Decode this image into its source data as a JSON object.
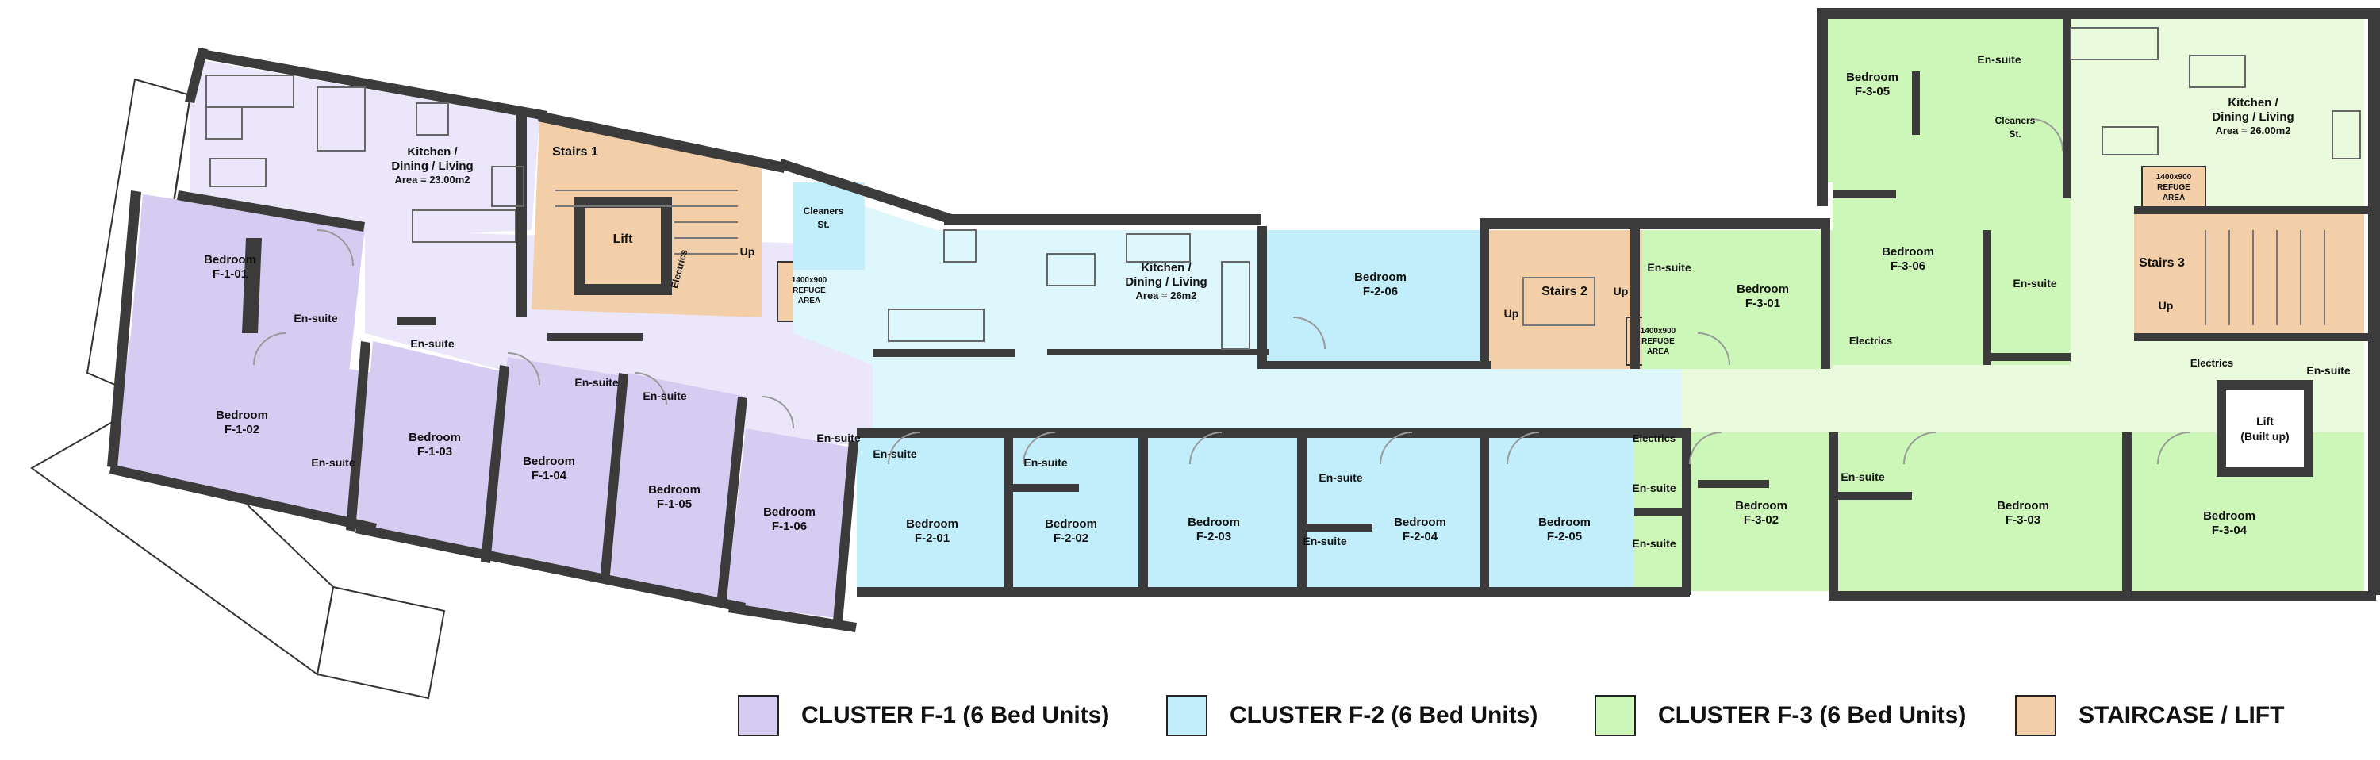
{
  "colors": {
    "cluster_f1": "#d6ccf2",
    "cluster_f1_corridor": "#ebe6fa",
    "cluster_f2": "#c2eefb",
    "cluster_f2_corridor": "#def7fd",
    "cluster_f3": "#cdf7b8",
    "cluster_f3_corridor": "#e9fbdc",
    "stair": "#f2cfa9",
    "wall": "#3b3b3b"
  },
  "rooms": {
    "kitchen_f1": {
      "name": "Kitchen /",
      "name2": "Dining / Living",
      "area": "Area = 23.00m2"
    },
    "stairs1": "Stairs 1",
    "lift1": "Lift",
    "electrics_a": "Electrics",
    "up_a": "Up",
    "cleaners_a": "Cleaners",
    "cleaners_a2": "St.",
    "refuge_a": {
      "l1": "1400x900",
      "l2": "REFUGE",
      "l3": "AREA"
    },
    "kitchen_f2": {
      "name": "Kitchen /",
      "name2": "Dining / Living",
      "area": "Area = 26m2"
    },
    "bed_f101": {
      "l1": "Bedroom",
      "l2": "F-1-01"
    },
    "bed_f102": {
      "l1": "Bedroom",
      "l2": "F-1-02"
    },
    "bed_f103": {
      "l1": "Bedroom",
      "l2": "F-1-03"
    },
    "bed_f104": {
      "l1": "Bedroom",
      "l2": "F-1-04"
    },
    "bed_f105": {
      "l1": "Bedroom",
      "l2": "F-1-05"
    },
    "bed_f106": {
      "l1": "Bedroom",
      "l2": "F-1-06"
    },
    "bed_f201": {
      "l1": "Bedroom",
      "l2": "F-2-01"
    },
    "bed_f202": {
      "l1": "Bedroom",
      "l2": "F-2-02"
    },
    "bed_f203": {
      "l1": "Bedroom",
      "l2": "F-2-03"
    },
    "bed_f204": {
      "l1": "Bedroom",
      "l2": "F-2-04"
    },
    "bed_f205": {
      "l1": "Bedroom",
      "l2": "F-2-05"
    },
    "bed_f206": {
      "l1": "Bedroom",
      "l2": "F-2-06"
    },
    "bed_f301": {
      "l1": "Bedroom",
      "l2": "F-3-01"
    },
    "bed_f302": {
      "l1": "Bedroom",
      "l2": "F-3-02"
    },
    "bed_f303": {
      "l1": "Bedroom",
      "l2": "F-3-03"
    },
    "bed_f304": {
      "l1": "Bedroom",
      "l2": "F-3-04"
    },
    "bed_f305": {
      "l1": "Bedroom",
      "l2": "F-3-05"
    },
    "bed_f306": {
      "l1": "Bedroom",
      "l2": "F-3-06"
    },
    "ensuite": "En-suite",
    "stairs2": "Stairs 2",
    "up": "Up",
    "refuge_b": {
      "l1": "1400x900",
      "l2": "REFUGE",
      "l3": "AREA"
    },
    "electrics": "Electrics",
    "cleaners_b": "Cleaners",
    "cleaners_b2": "St.",
    "kitchen_f3": {
      "name": "Kitchen /",
      "name2": "Dining / Living",
      "area": "Area = 26.00m2"
    },
    "refuge_c": {
      "l1": "1400x900",
      "l2": "REFUGE",
      "l3": "AREA"
    },
    "stairs3": "Stairs 3",
    "lift3": {
      "l1": "Lift",
      "l2": "(Built up)"
    }
  },
  "legend": [
    {
      "label": "CLUSTER F-1 (6 Bed Units)",
      "color": "#d6ccf2"
    },
    {
      "label": "CLUSTER F-2 (6 Bed Units)",
      "color": "#c2eefb"
    },
    {
      "label": "CLUSTER F-3 (6 Bed Units)",
      "color": "#cdf7b8"
    },
    {
      "label": "STAIRCASE / LIFT",
      "color": "#f2cfa9"
    }
  ]
}
